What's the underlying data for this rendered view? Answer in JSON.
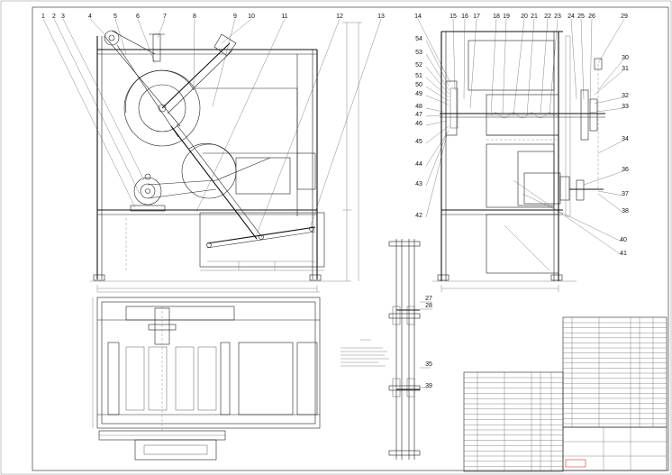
{
  "drawing": {
    "balloons_front_view": [
      "1",
      "2",
      "3",
      "4",
      "5",
      "6",
      "7",
      "8",
      "9",
      "10",
      "11",
      "12",
      "13"
    ],
    "balloons_side_view_top": [
      "14",
      "15",
      "16",
      "17",
      "18",
      "19",
      "20",
      "21",
      "22",
      "23",
      "24",
      "25",
      "26",
      "29"
    ],
    "balloons_side_view_left": [
      "54",
      "53",
      "52",
      "51",
      "50",
      "49",
      "48",
      "47",
      "46",
      "45",
      "44",
      "43",
      "42"
    ],
    "balloons_side_view_right": [
      "30",
      "31",
      "32",
      "33",
      "34",
      "36",
      "37",
      "38",
      "40",
      "41"
    ],
    "balloons_small_view": [
      "27",
      "28",
      "35",
      "39"
    ]
  }
}
